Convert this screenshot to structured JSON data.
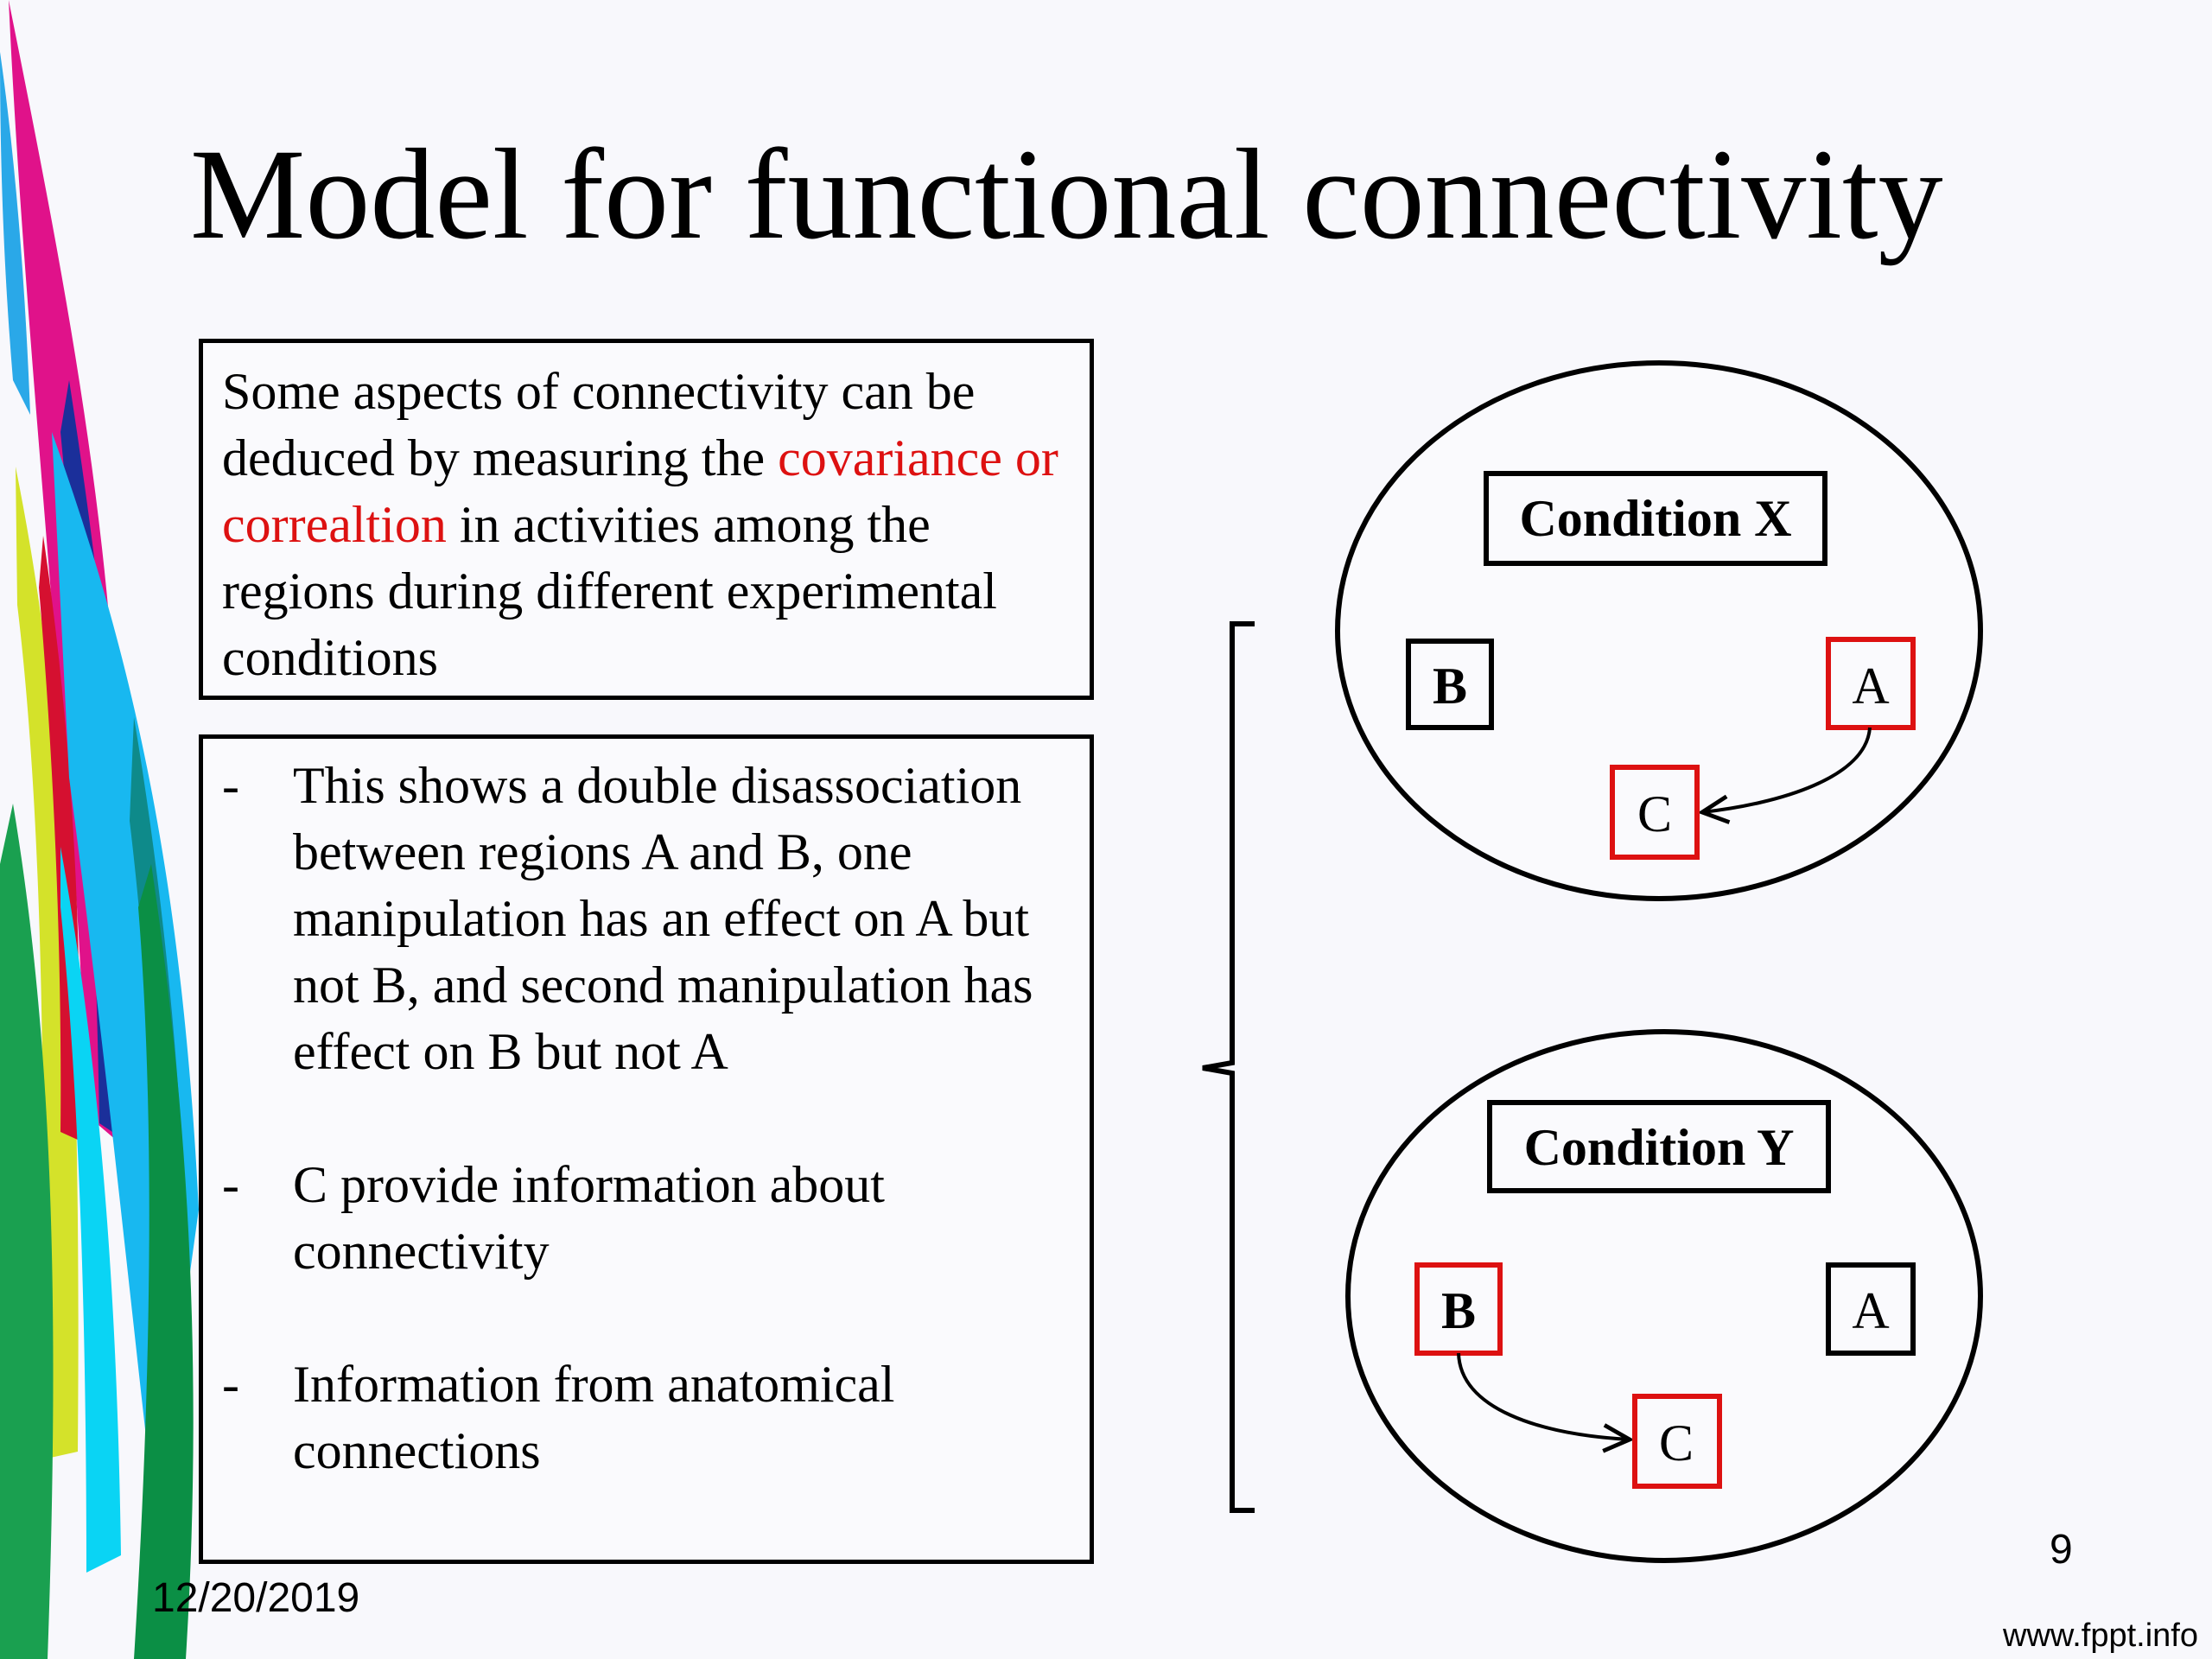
{
  "slide": {
    "title": "Model for functional connectivity",
    "intro": {
      "part1": "Some aspects of connectivity can be deduced by measuring the ",
      "highlight": "covariance or correaltion",
      "part2": " in activities among the regions during different experimental conditions"
    },
    "bullets": [
      {
        "dash": "-",
        "text": "This shows a double disassociation between regions A and B, one manipulation has an effect on A but not B, and second manipulation has effect on B but not A"
      },
      {
        "dash": "-",
        "text": "C provide information about connectivity"
      },
      {
        "dash": "-",
        "text": "Information from anatomical connections"
      }
    ],
    "diagram": {
      "condition_x": {
        "label": "Condition X",
        "nodes": {
          "b": "B",
          "a": "A",
          "c": "C"
        }
      },
      "condition_y": {
        "label": "Condition Y",
        "nodes": {
          "b": "B",
          "a": "A",
          "c": "C"
        }
      }
    },
    "date": "12/20/2019",
    "page_number": "9",
    "footer_url": "www.fppt.info"
  },
  "colors": {
    "highlight_red": "#dd1111",
    "node_red": "#dd1111",
    "background": "#f8f8fc"
  }
}
